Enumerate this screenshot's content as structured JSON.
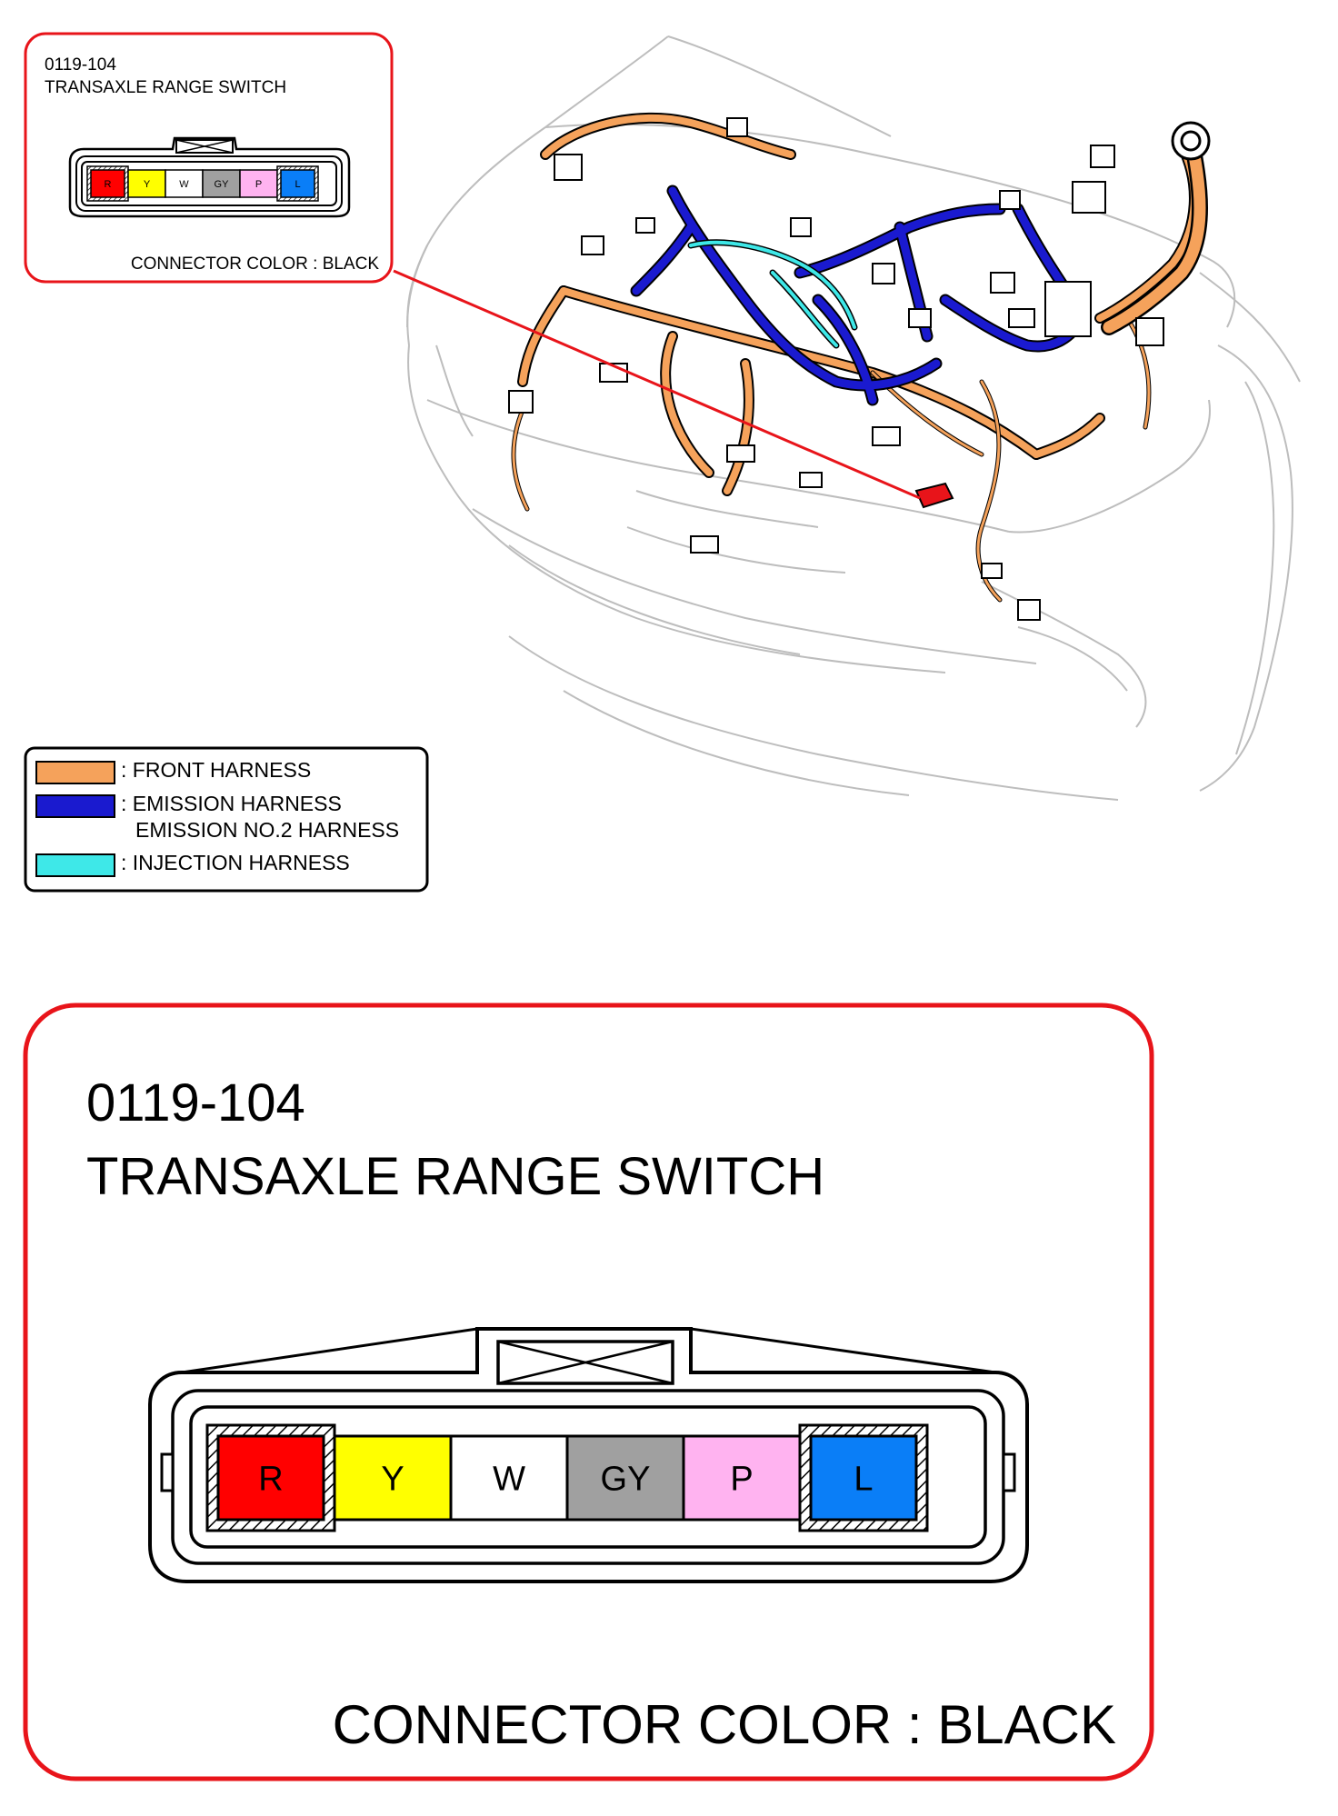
{
  "callout_small": {
    "code": "0119-104",
    "name": "TRANSAXLE RANGE SWITCH",
    "connector_color": "CONNECTOR COLOR : BLACK"
  },
  "callout_large": {
    "code": "0119-104",
    "name": "TRANSAXLE RANGE SWITCH",
    "connector_color": "CONNECTOR COLOR : BLACK"
  },
  "pins": [
    {
      "label": "R",
      "color": "#ff0000",
      "hatched": true
    },
    {
      "label": "Y",
      "color": "#ffff00",
      "hatched": false
    },
    {
      "label": "W",
      "color": "#ffffff",
      "hatched": false
    },
    {
      "label": "GY",
      "color": "#a0a0a0",
      "hatched": false
    },
    {
      "label": "P",
      "color": "#ffb3f0",
      "hatched": false
    },
    {
      "label": "L",
      "color": "#0a7ef7",
      "hatched": true
    }
  ],
  "legend": [
    {
      "color": "#f5a25b",
      "lines": [
        ": FRONT HARNESS"
      ]
    },
    {
      "color": "#1a1acf",
      "lines": [
        ": EMISSION HARNESS",
        "EMISSION NO.2 HARNESS"
      ]
    },
    {
      "color": "#3ee8e8",
      "lines": [
        ": INJECTION HARNESS"
      ]
    }
  ],
  "colors": {
    "callout_border": "#e8141a",
    "leader_line": "#e8141a",
    "front_harness": "#f5a25b",
    "emission_harness": "#1a1acf",
    "injection_harness": "#3ee8e8",
    "highlight_connector": "#e8141a"
  }
}
